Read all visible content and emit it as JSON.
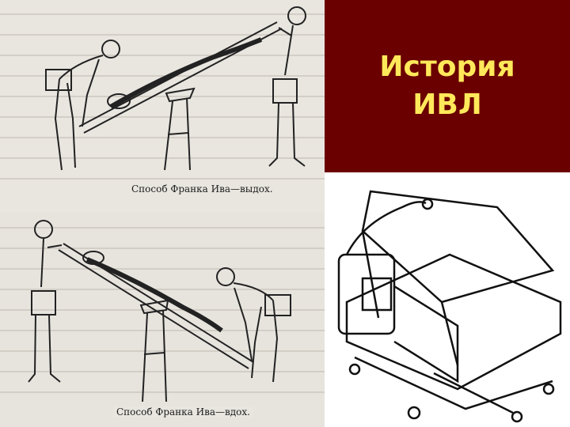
{
  "slide": {
    "title_line1": "История",
    "title_line2": "ИВЛ",
    "title_bg": "#6b0000",
    "title_color": "#ffe95a"
  },
  "figures": {
    "top_caption": "Способ Франка Ива—выдох.",
    "bottom_caption": "Способ Франка Ива—вдох."
  }
}
